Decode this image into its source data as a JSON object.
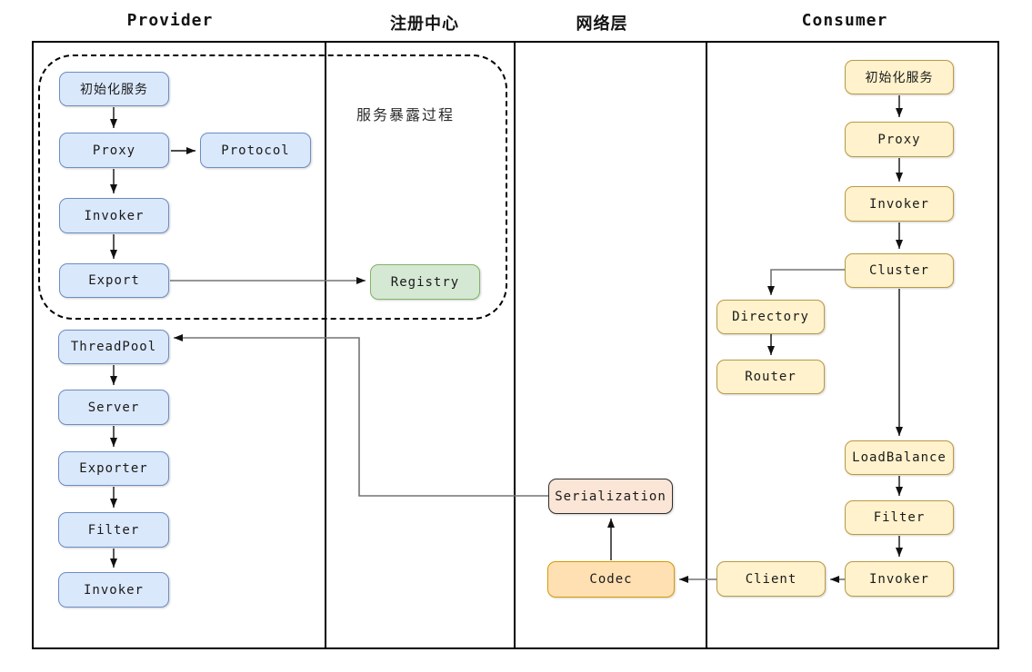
{
  "columns": {
    "provider": "Provider",
    "registry_center": "注册中心",
    "network_layer": "网络层",
    "consumer": "Consumer"
  },
  "annotations": {
    "expose_process": "服务暴露过程"
  },
  "nodes": {
    "provider_init": "初始化服务",
    "provider_proxy": "Proxy",
    "provider_protocol": "Protocol",
    "provider_invoker": "Invoker",
    "provider_export": "Export",
    "provider_threadpool": "ThreadPool",
    "provider_server": "Server",
    "provider_exporter": "Exporter",
    "provider_filter": "Filter",
    "provider_invoker2": "Invoker",
    "registry": "Registry",
    "serialization": "Serialization",
    "codec": "Codec",
    "consumer_init": "初始化服务",
    "consumer_proxy": "Proxy",
    "consumer_invoker": "Invoker",
    "consumer_cluster": "Cluster",
    "consumer_directory": "Directory",
    "consumer_router": "Router",
    "consumer_loadbalance": "LoadBalance",
    "consumer_filter": "Filter",
    "consumer_invoker2": "Invoker",
    "consumer_client": "Client"
  },
  "colors": {
    "node_blue_fill": "#dae8fc",
    "node_blue_border": "#6c8ebf",
    "node_yellow_fill": "#fff2cc",
    "node_yellow_border": "#b99a45",
    "node_green_fill": "#d5e8d4",
    "node_green_border": "#82b366",
    "node_peach_fill": "#fbe5d6",
    "node_peach_border": "#2d2d2d",
    "node_orange_fill": "#ffe0b3",
    "node_orange_border": "#d79b00",
    "connector_gray": "#737373",
    "arrow_black": "#111111"
  }
}
